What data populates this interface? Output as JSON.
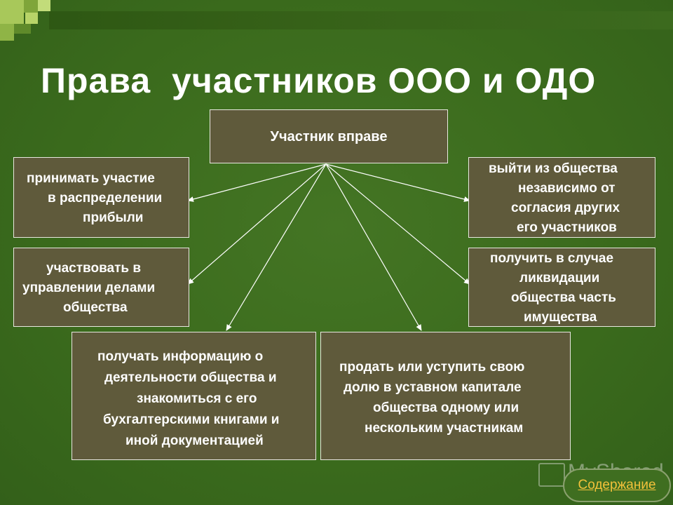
{
  "title": "Права  участников ООО и ОДО",
  "center_box": "Участник вправе",
  "rights": {
    "left_top": [
      "принимать участие",
      "в распределении",
      "прибыли"
    ],
    "left_middle": [
      "участвовать в",
      "управлении делами",
      "общества"
    ],
    "right_top": [
      "выйти из общества",
      "независимо от",
      "согласия других",
      "его участников"
    ],
    "right_middle": [
      "получить в случае",
      "ликвидации",
      "общества часть",
      "имущества"
    ],
    "bottom_left": [
      "получать информацию о",
      "деятельности общества и",
      "знакомиться с его",
      "бухгалтерскими книгами и",
      "иной документацией"
    ],
    "bottom_right": [
      "продать или уступить свою",
      "долю в уставном капитале",
      "общества одному или",
      "нескольким участникам"
    ]
  },
  "watermark": "MyShared",
  "nav_link": "Содержание",
  "colors": {
    "background": "#3d6b1f",
    "box_fill": "#5f5a3b",
    "box_border": "#e8e8e0",
    "text": "#ffffff",
    "link": "#f2c13a"
  }
}
